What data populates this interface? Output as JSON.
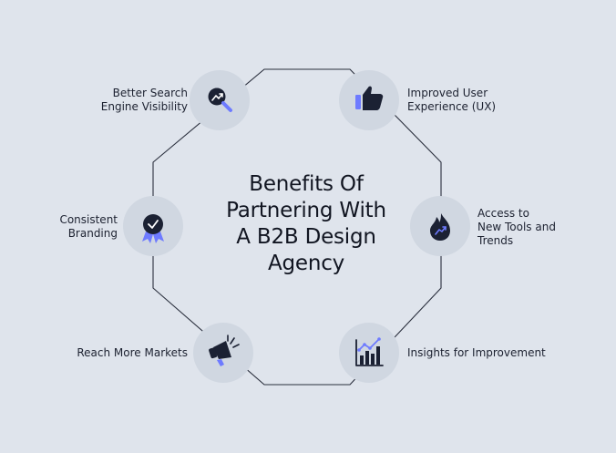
{
  "title_lines": [
    "Benefits Of",
    "Partnering With",
    "A B2B Design",
    "Agency"
  ],
  "benefits": [
    {
      "id": "search",
      "lines": [
        "Better Search",
        "Engine Visibility"
      ],
      "icon": "search-trend-icon"
    },
    {
      "id": "ux",
      "lines": [
        "Improved User",
        "Experience (UX)"
      ],
      "icon": "thumbs-up-icon"
    },
    {
      "id": "tools",
      "lines": [
        "Access to",
        "New Tools and",
        "Trends"
      ],
      "icon": "flame-trend-icon"
    },
    {
      "id": "insights",
      "lines": [
        "Insights for Improvement"
      ],
      "icon": "bar-chart-trend-icon"
    },
    {
      "id": "markets",
      "lines": [
        "Reach More Markets"
      ],
      "icon": "megaphone-icon"
    },
    {
      "id": "branding",
      "lines": [
        "Consistent",
        "Branding"
      ],
      "icon": "badge-check-icon"
    }
  ],
  "colors": {
    "background": "#dfe4ec",
    "node": "#d0d7e1",
    "outline": "#2a2f3d",
    "icon_dark": "#1b2133",
    "icon_accent": "#6e7bff"
  }
}
